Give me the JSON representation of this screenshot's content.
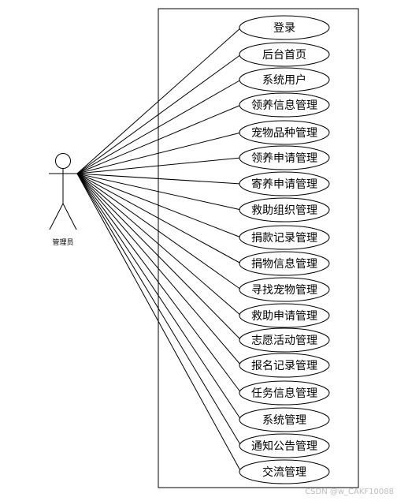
{
  "actor": {
    "label": "管理员"
  },
  "use_cases": [
    "登录",
    "后台首页",
    "系统用户",
    "领养信息管理",
    "宠物品种管理",
    "领养申请管理",
    "寄养申请管理",
    "救助组织管理",
    "捐款记录管理",
    "捐物信息管理",
    "寻找宠物管理",
    "救助申请管理",
    "志愿活动管理",
    "报名记录管理",
    "任务信息管理",
    "系统管理",
    "通知公告管理",
    "交流管理"
  ],
  "watermark": "CSDN @w_CAKF10088",
  "colors": {
    "stroke": "#000000",
    "background": "#ffffff",
    "watermark": "#bdbdbd"
  }
}
